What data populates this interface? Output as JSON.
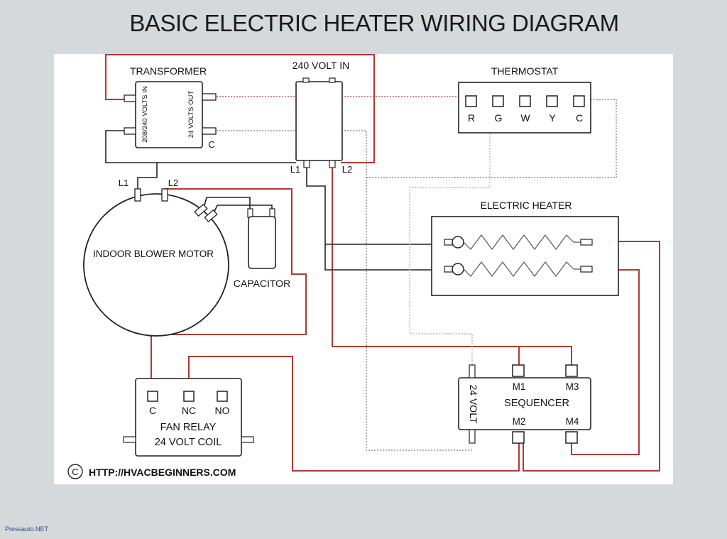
{
  "title": "BASIC ELECTRIC HEATER WIRING DIAGRAM",
  "labels": {
    "transformer": "TRANSFORMER",
    "transformer_in": "208/240 VOLTS IN",
    "transformer_out": "24 VOLTS OUT",
    "transformer_c": "C",
    "supply": "240 VOLT IN",
    "supply_l1": "L1",
    "supply_l2": "L2",
    "thermostat": "THERMOSTAT",
    "motor": "INDOOR BLOWER MOTOR",
    "motor_l1": "L1",
    "motor_l2": "L2",
    "capacitor": "CAPACITOR",
    "heater": "ELECTRIC HEATER",
    "fan_relay_line1": "FAN RELAY",
    "fan_relay_line2": "24 VOLT COIL",
    "relay_c": "C",
    "relay_nc": "NC",
    "relay_no": "NO",
    "sequencer": "SEQUENCER",
    "seq_24volt": "24 VOLT",
    "seq_m1": "M1",
    "seq_m2": "M2",
    "seq_m3": "M3",
    "seq_m4": "M4",
    "copyright_symbol": "C",
    "website": "HTTP://HVACBEGINNERS.COM"
  },
  "thermostat_terminals": [
    "R",
    "G",
    "W",
    "Y",
    "C"
  ],
  "watermark": "Pressauto.NET",
  "colors": {
    "background": "#d6d9dc",
    "panel": "#ffffff",
    "wire_line": "#b03a30",
    "wire_dark": "#222222",
    "wire_control": "#8a8a8a"
  }
}
